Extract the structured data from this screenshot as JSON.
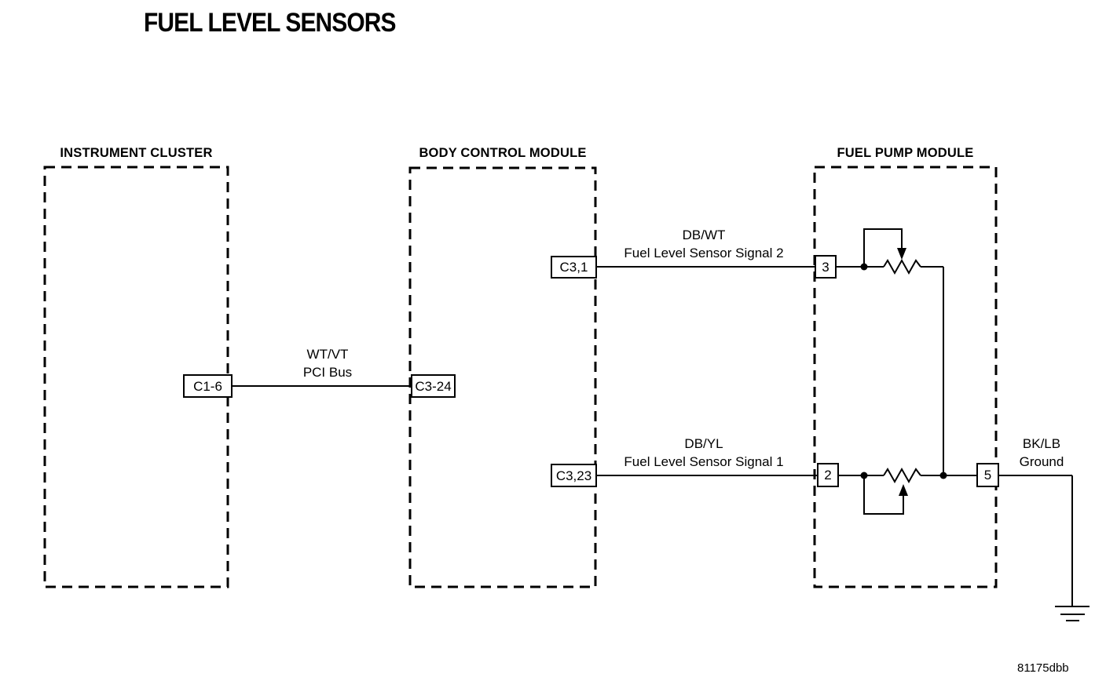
{
  "title": "FUEL LEVEL SENSORS",
  "drawing_number": "81175dbb",
  "modules": {
    "instrument_cluster": {
      "label": "INSTRUMENT CLUSTER"
    },
    "body_control_module": {
      "label": "BODY CONTROL MODULE"
    },
    "fuel_pump_module": {
      "label": "FUEL PUMP MODULE"
    }
  },
  "connectors": {
    "c1_6": "C1-6",
    "c3_24": "C3-24",
    "c3_1": "C3,1",
    "c3_23": "C3,23",
    "pin_3": "3",
    "pin_2": "2",
    "pin_5": "5"
  },
  "wires": {
    "pci_bus": {
      "color_code": "WT/VT",
      "name": "PCI Bus"
    },
    "signal_2": {
      "color_code": "DB/WT",
      "name": "Fuel Level Sensor Signal 2"
    },
    "signal_1": {
      "color_code": "DB/YL",
      "name": "Fuel Level Sensor Signal 1"
    },
    "ground": {
      "color_code": "BK/LB",
      "name": "Ground"
    }
  },
  "colors": {
    "line": "#000000",
    "background": "#ffffff"
  }
}
